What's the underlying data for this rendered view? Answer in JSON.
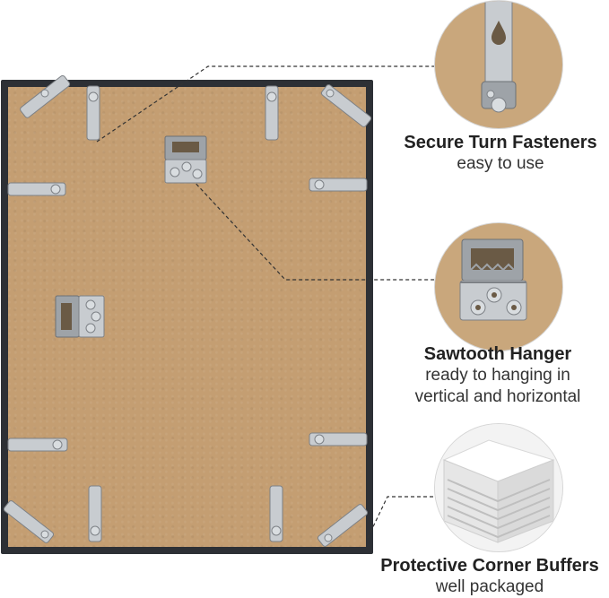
{
  "features": [
    {
      "title": "Secure Turn Fasteners",
      "lines": [
        "easy to use"
      ]
    },
    {
      "title": "Sawtooth Hanger",
      "lines": [
        "ready to hanging in",
        "vertical and horizontal"
      ]
    },
    {
      "title": "Protective Corner Buffers",
      "lines": [
        "well packaged"
      ]
    }
  ],
  "colors": {
    "frame": "#2d3035",
    "backing_board": "#c49e72",
    "metal": "#c8ccd0"
  },
  "icons": [
    "turn-fastener-icon",
    "sawtooth-hanger-icon",
    "corner-buffer-icon"
  ]
}
